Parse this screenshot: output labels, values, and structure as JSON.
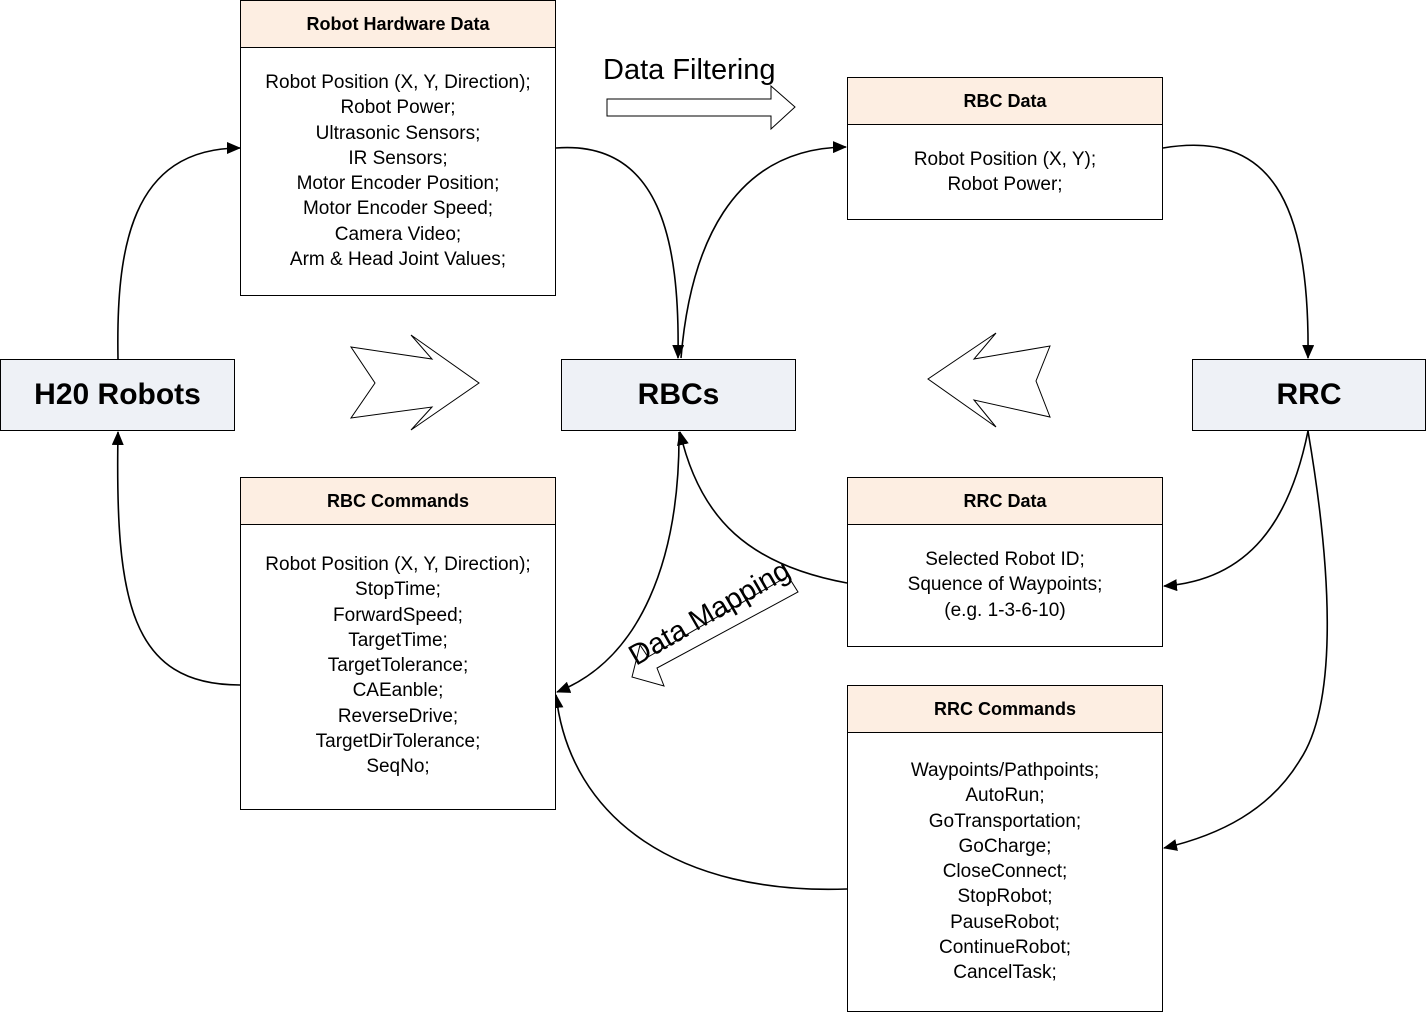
{
  "nodes": {
    "h20_robots": "H20 Robots",
    "rbcs": "RBCs",
    "rrc": "RRC"
  },
  "panels": {
    "robot_hardware_data": {
      "title": "Robot Hardware Data",
      "items": [
        "Robot Position (X, Y, Direction);",
        "Robot Power;",
        "Ultrasonic Sensors;",
        "IR Sensors;",
        "Motor Encoder Position;",
        "Motor Encoder Speed;",
        "Camera Video;",
        "Arm & Head Joint Values;"
      ]
    },
    "rbc_data": {
      "title": "RBC Data",
      "items": [
        "Robot Position (X, Y);",
        "Robot Power;"
      ]
    },
    "rbc_commands": {
      "title": "RBC Commands",
      "items": [
        "Robot Position (X, Y, Direction);",
        "StopTime;",
        "ForwardSpeed;",
        "TargetTime;",
        "TargetTolerance;",
        "CAEanble;",
        "ReverseDrive;",
        "TargetDirTolerance;",
        "SeqNo;"
      ]
    },
    "rrc_data": {
      "title": "RRC Data",
      "items": [
        "Selected Robot ID;",
        "Squence of Waypoints;",
        "(e.g. 1-3-6-10)"
      ]
    },
    "rrc_commands": {
      "title": "RRC Commands",
      "items": [
        "Waypoints/Pathpoints;",
        "AutoRun;",
        "GoTransportation;",
        "GoCharge;",
        "CloseConnect;",
        "StopRobot;",
        "PauseRobot;",
        "ContinueRobot;",
        "CancelTask;"
      ]
    }
  },
  "annotations": {
    "data_filtering": "Data Filtering",
    "data_mapping": "Data Mapping"
  },
  "colors": {
    "node_fill": "#eef1f6",
    "panel_header_fill": "#fdeee2",
    "stroke": "#000000"
  }
}
